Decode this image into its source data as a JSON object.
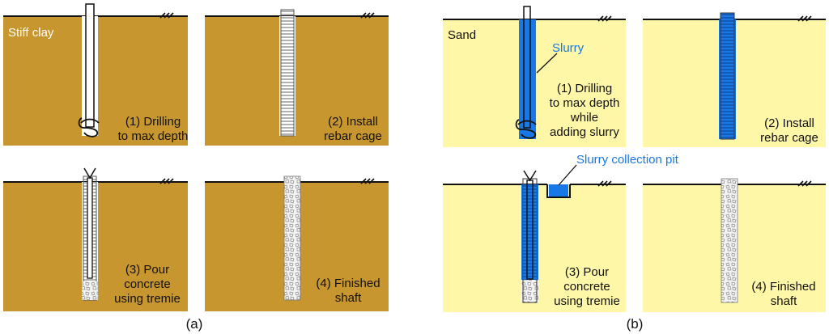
{
  "colors": {
    "clay": "#c8962e",
    "sand": "#fff7a8",
    "slurry": "#1a78e6",
    "ground_line": "#111111"
  },
  "part_a": {
    "caption": "(a)",
    "soil_label": "Stiff clay",
    "step1": [
      "(1) Drilling",
      "to max depth"
    ],
    "step2": [
      "(2) Install",
      "rebar cage"
    ],
    "step3": [
      "(3) Pour",
      "concrete",
      "using tremie"
    ],
    "step4": [
      "(4) Finished",
      "shaft"
    ]
  },
  "part_b": {
    "caption": "(b)",
    "soil_label": "Sand",
    "slurry_label": "Slurry",
    "pit_label": "Slurry collection pit",
    "step1": [
      "(1) Drilling",
      "to max depth",
      "while",
      "adding slurry"
    ],
    "step2": [
      "(2) Install",
      "rebar cage"
    ],
    "step3": [
      "(3) Pour",
      "concrete",
      "using tremie"
    ],
    "step4": [
      "(4) Finished",
      "shaft"
    ]
  },
  "icons": {
    "ground_symbol": "ground-hatch-icon",
    "auger": "auger-icon",
    "tremie": "tremie-funnel-icon"
  }
}
